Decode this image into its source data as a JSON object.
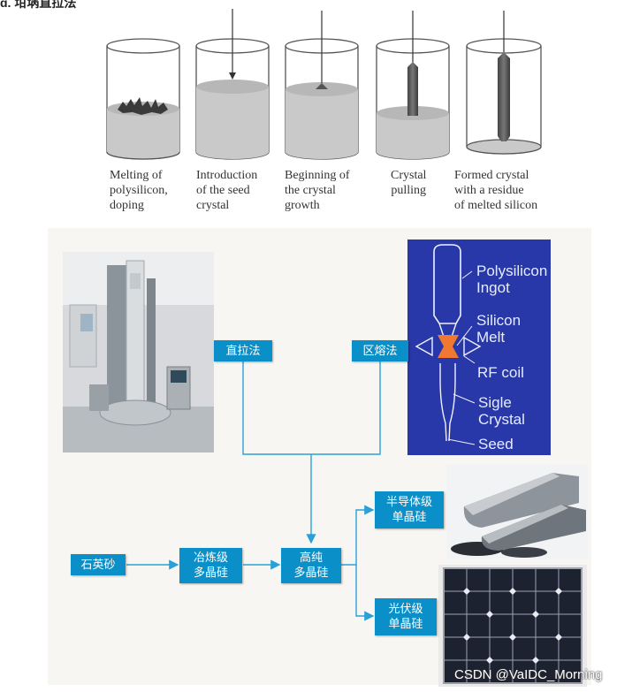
{
  "header_fragment": "ɑ. 坩埚直拉法",
  "steps": [
    {
      "caption": "Melting of\npolysilicon,\ndoping"
    },
    {
      "caption": "Introduction\nof the seed\ncrystal"
    },
    {
      "caption": "Beginning of\nthe crystal\ngrowth"
    },
    {
      "caption": "Crystal\npulling"
    },
    {
      "caption": "Formed crystal\nwith a residue\nof melted silicon"
    }
  ],
  "flow": {
    "quartz_sand": "石英砂",
    "metallurgical_poly": "冶炼级\n多晶硅",
    "high_purity_poly": "高纯\n多晶硅",
    "czochralski": "直拉法",
    "float_zone": "区熔法",
    "semiconductor_mono": "半导体级\n单晶硅",
    "pv_mono": "光伏级\n单晶硅"
  },
  "float_zone_diagram": {
    "polysilicon_ingot": "Polysilicon\nIngot",
    "silicon_melt": "Silicon\nMelt",
    "rf_coil": "RF coil",
    "single_crystal": "Sigle\nCrystal",
    "seed": "Seed"
  },
  "colors": {
    "box": "#0b8fc8",
    "line": "#2aa0d8",
    "fz_bg": "#2838a8",
    "melt": "#f07830"
  },
  "watermark": "CSDN @VaIDC_Morning"
}
